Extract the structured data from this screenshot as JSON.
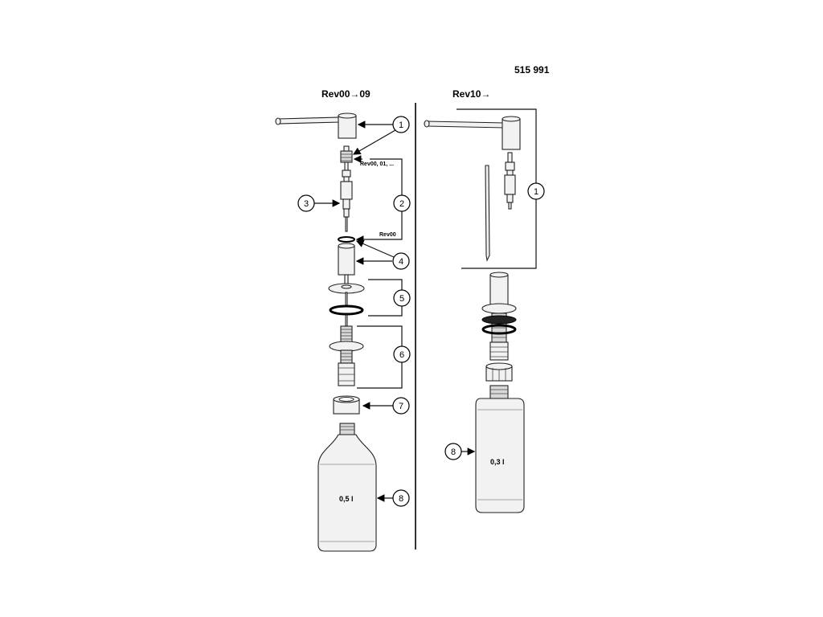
{
  "doc_number": "515 991",
  "left_panel": {
    "title": "Rev00→09"
  },
  "right_panel": {
    "title": "Rev10→"
  },
  "notes": {
    "rev_list": "Rev00, 01, ...",
    "rev00": "Rev00"
  },
  "callouts": {
    "left": [
      "1",
      "2",
      "3",
      "4",
      "5",
      "6",
      "7",
      "8"
    ],
    "right": [
      "1",
      "8"
    ]
  },
  "volumes": {
    "left_bottle": "0,5 l",
    "right_bottle": "0,3 l"
  }
}
